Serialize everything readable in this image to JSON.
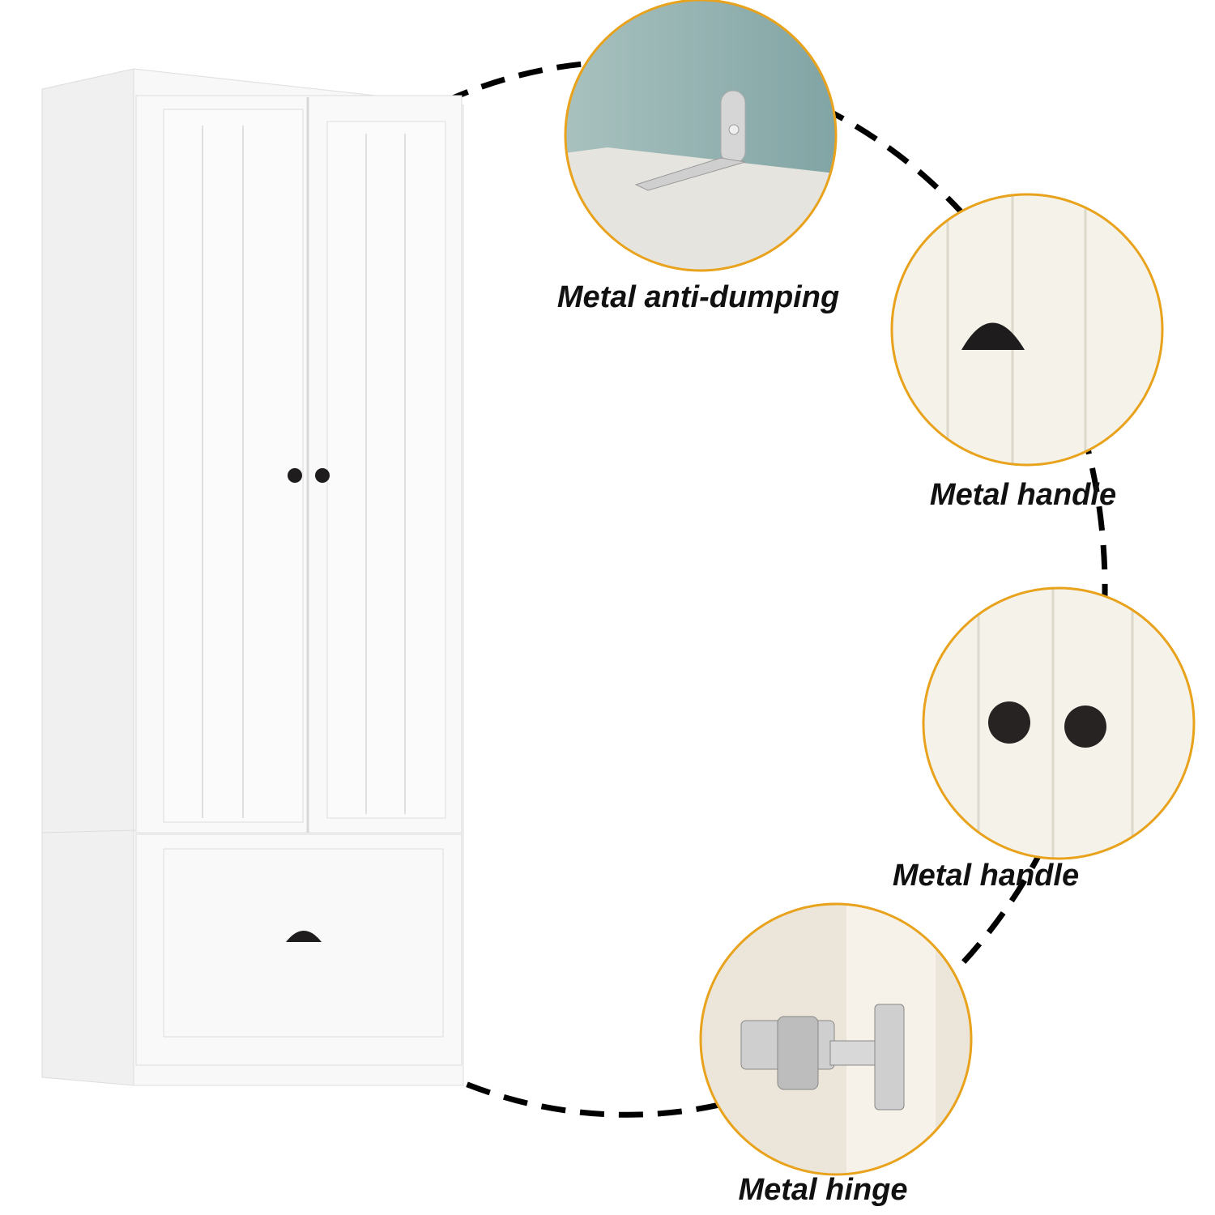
{
  "features": [
    {
      "label": "Metal anti-dumping",
      "icon": "anti-dumping-bracket-icon"
    },
    {
      "label": "Metal handle",
      "icon": "cup-pull-handle-icon"
    },
    {
      "label": "Metal handle",
      "icon": "knob-handles-icon"
    },
    {
      "label": "Metal hinge",
      "icon": "hinge-icon"
    }
  ],
  "colors": {
    "circle_border": "#E8A21C",
    "dash": "#000000",
    "cabinet": "#F7F7F7",
    "handle": "#1E1C1C"
  }
}
